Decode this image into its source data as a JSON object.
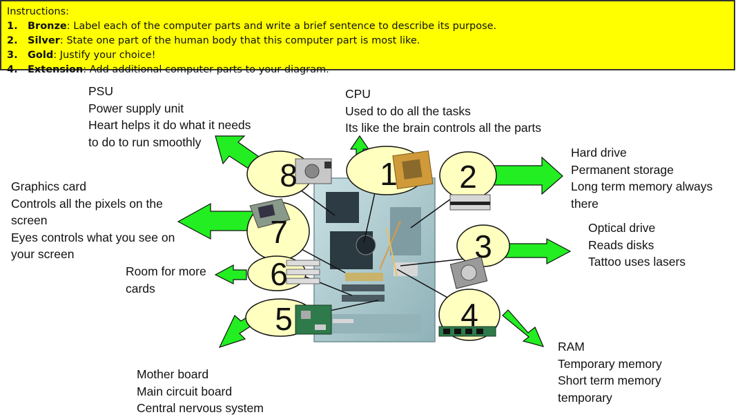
{
  "instructions": {
    "heading": "Instructions:",
    "items": [
      {
        "num": "1.",
        "key": "Bronze",
        "text": ": Label each of the computer parts and write a brief sentence to describe its purpose."
      },
      {
        "num": "2.",
        "key": "Silver",
        "text": ": State one part of the human body that this computer part is most like."
      },
      {
        "num": "3.",
        "key": "Gold",
        "text": ": Justify your choice!"
      },
      {
        "num": "4.",
        "key": "Extension",
        "text": ": Add additional computer parts to your diagram."
      }
    ]
  },
  "callouts": [
    "1",
    "2",
    "3",
    "4",
    "5",
    "6",
    "7",
    "8"
  ],
  "labels": {
    "psu": [
      "PSU",
      "Power supply unit",
      "Heart helps it do what it needs",
      "to do to run smoothly"
    ],
    "cpu": [
      "CPU",
      "Used to do all the tasks",
      "Its like the brain  controls all the parts"
    ],
    "hard_drive": [
      "Hard drive",
      "Permanent storage",
      "Long term memory always",
      "there"
    ],
    "graphics_card": [
      "Graphics card",
      "Controls all the pixels on the",
      "screen",
      "Eyes controls what you see on",
      "your screen"
    ],
    "optical_drive": [
      "Optical drive",
      "Reads disks",
      "Tattoo uses lasers"
    ],
    "room_more_cards": [
      "Room for more",
      "cards"
    ],
    "ram": [
      "RAM",
      "Temporary memory",
      "Short term memory",
      "temporary"
    ],
    "motherboard": [
      "Mother board",
      "Main circuit board",
      "Central nervous system"
    ]
  },
  "colors": {
    "banner": "#ffff00",
    "arrow": "#22ee22",
    "bubble": "#ffffc0",
    "case": "#a9c9ce"
  }
}
